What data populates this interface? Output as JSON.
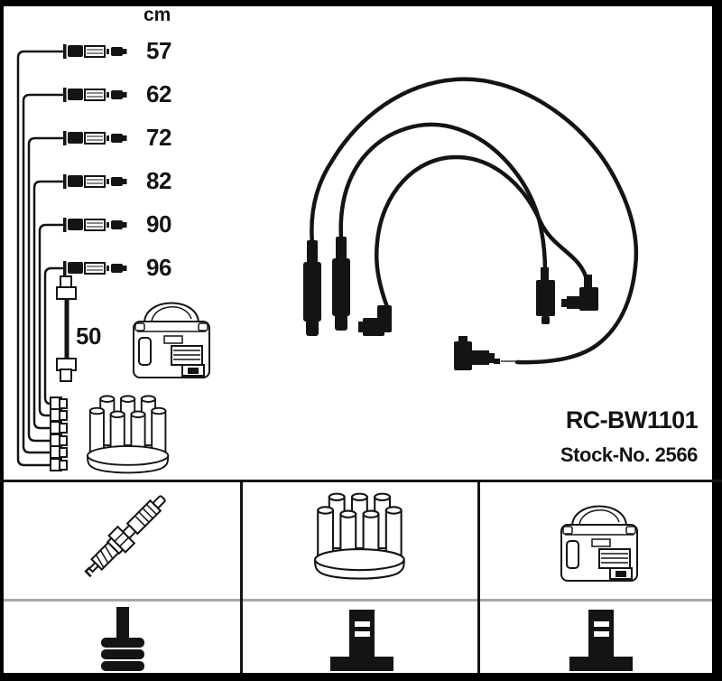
{
  "product": {
    "part_number": "RC-BW1101",
    "stock_label": "Stock-No.",
    "stock_number": "2566"
  },
  "measurements": {
    "unit": "cm",
    "cable_lengths": [
      "57",
      "62",
      "72",
      "82",
      "90",
      "96"
    ],
    "coil_wire_length": "50"
  },
  "kit_contents": {
    "components_row": [
      "spark-plug",
      "distributor-cap",
      "ignition-coil"
    ],
    "terminals_row": [
      "din-ribbed-terminal",
      "stud-terminal",
      "stud-terminal"
    ]
  },
  "colors": {
    "ink": "#141414",
    "background": "#ffffff",
    "table_row_divider": "#a8a8a8"
  }
}
